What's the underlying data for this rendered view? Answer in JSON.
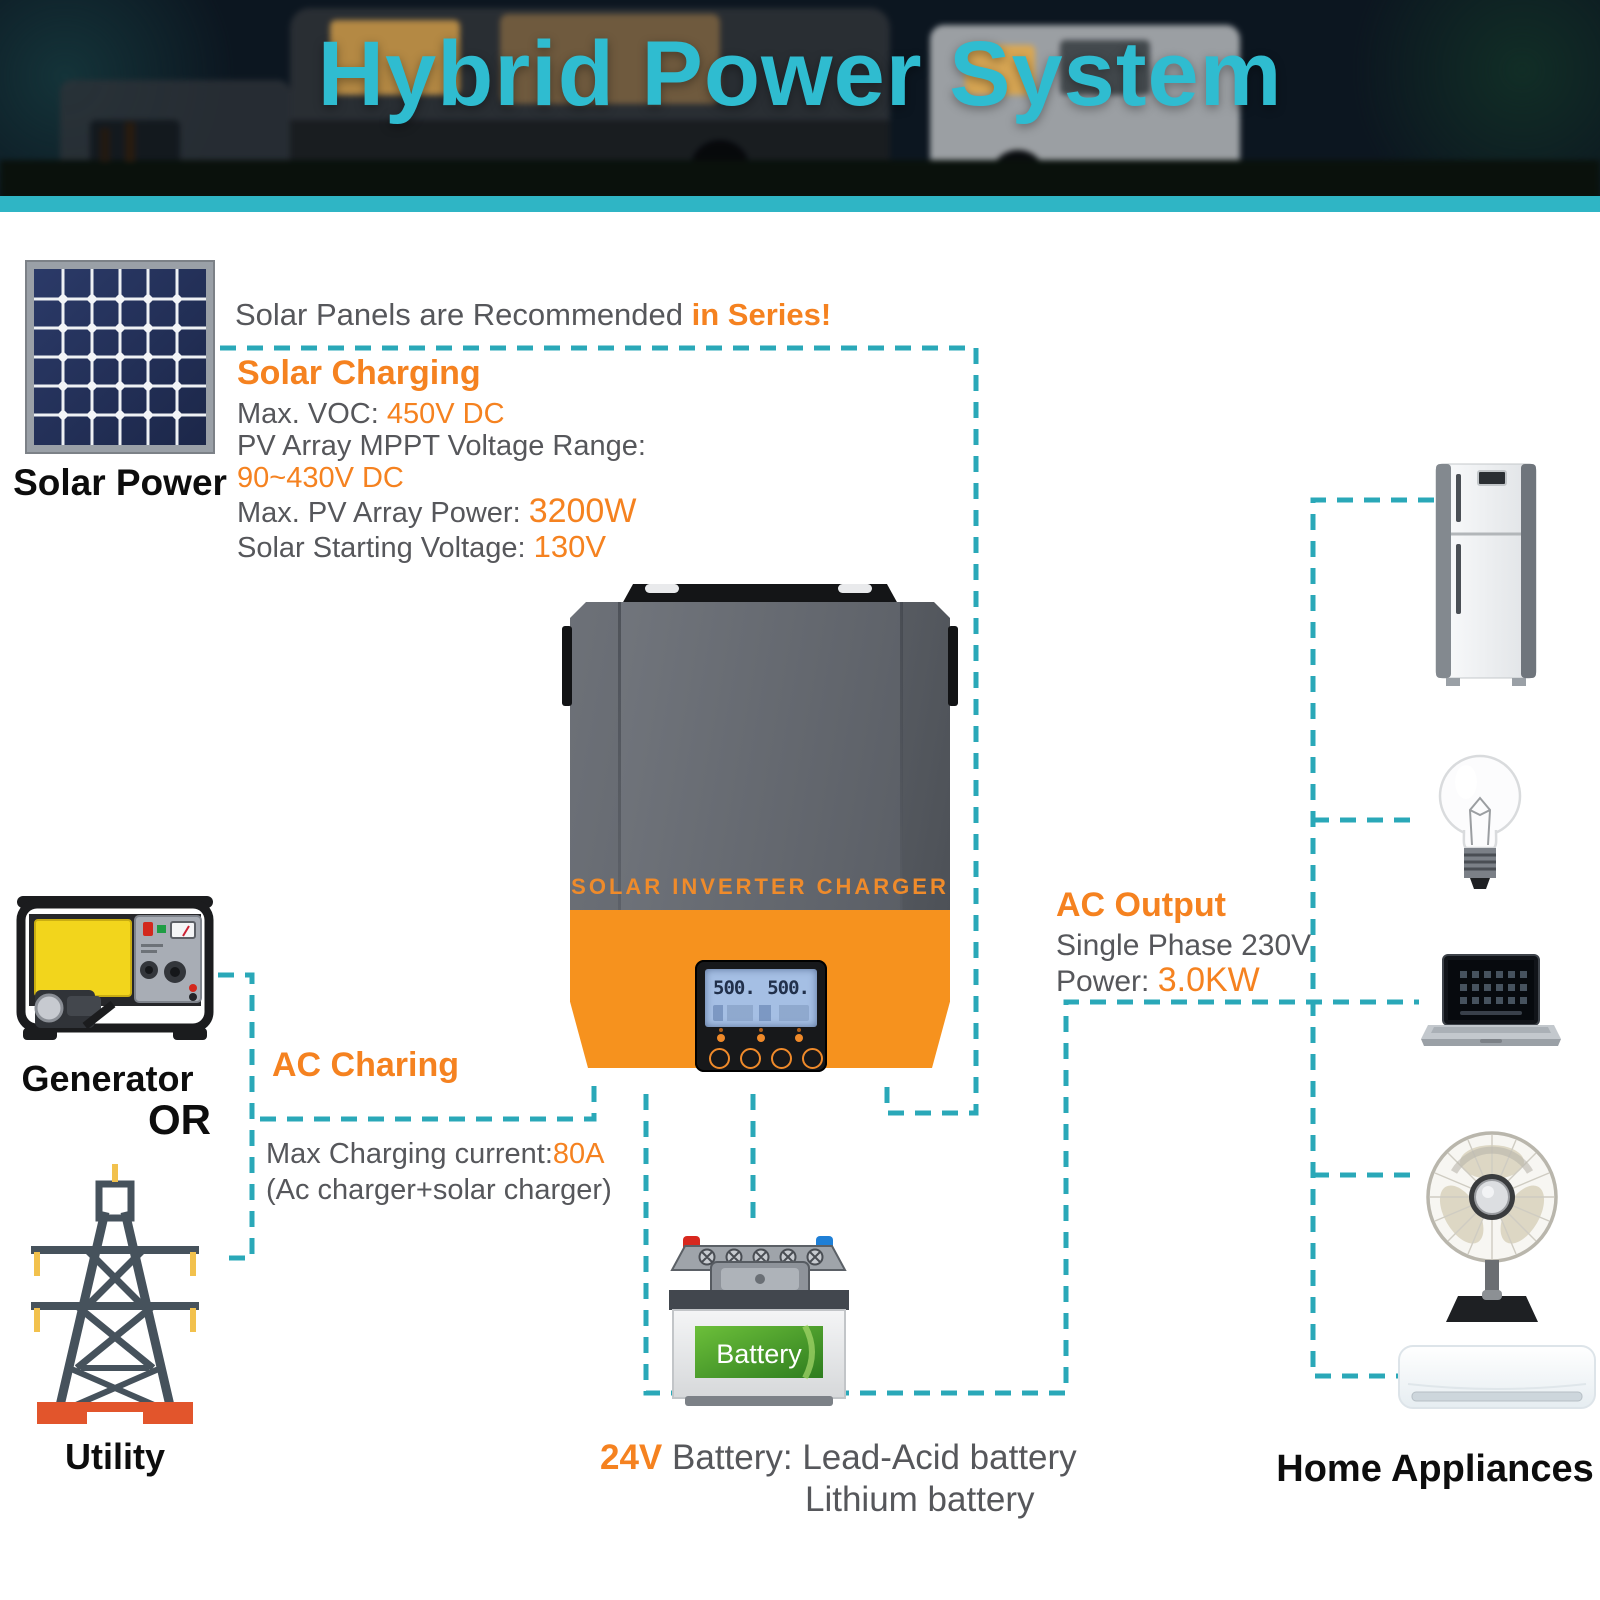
{
  "banner": {
    "title": "Hybrid Power System"
  },
  "solar": {
    "panel_label": "Solar Power",
    "note_prefix": "Solar Panels are Recommended ",
    "note_highlight": "in Series!",
    "heading": "Solar Charging",
    "voc_label": "Max. VOC: ",
    "voc_value": "450V DC",
    "mppt_label": "PV Array MPPT Voltage Range:",
    "mppt_value": "90~430V DC",
    "power_label": "Max. PV Array Power: ",
    "power_value": "3200W",
    "start_label": "Solar Starting Voltage: ",
    "start_value": "130V"
  },
  "sources": {
    "generator_label": "Generator",
    "or_label": "OR",
    "utility_label": "Utility"
  },
  "ac_charging": {
    "heading": "AC Charing",
    "line1_label": "Max Charging current:",
    "line1_value": "80A",
    "line2": "(Ac charger+solar charger)"
  },
  "ac_output": {
    "heading": "AC Output",
    "line1": "Single Phase 230V",
    "line2_label": "Power: ",
    "line2_value": "3.0KW"
  },
  "inverter": {
    "device_label": "SOLAR INVERTER CHARGER",
    "lcd_left": "500.",
    "lcd_right": "500."
  },
  "battery": {
    "tag": "Battery",
    "line1_value": "24V",
    "line1_rest": " Battery: Lead-Acid battery",
    "line2": "Lithium battery"
  },
  "appliances": {
    "label": "Home Appliances"
  },
  "icons": {
    "solar_panel": "solar-panel-icon",
    "generator": "generator-icon",
    "utility": "utility-tower-icon",
    "battery": "car-battery-icon",
    "fridge": "refrigerator-icon",
    "bulb": "light-bulb-icon",
    "laptop": "laptop-icon",
    "fan": "table-fan-icon",
    "air_conditioner": "air-conditioner-icon"
  },
  "colors": {
    "accent_orange": "#F58220",
    "teal_dash": "#2AA8B8",
    "title_cyan": "#2FBCD0",
    "banner_strip": "#2FB5C5",
    "text_gray": "#56575B"
  }
}
